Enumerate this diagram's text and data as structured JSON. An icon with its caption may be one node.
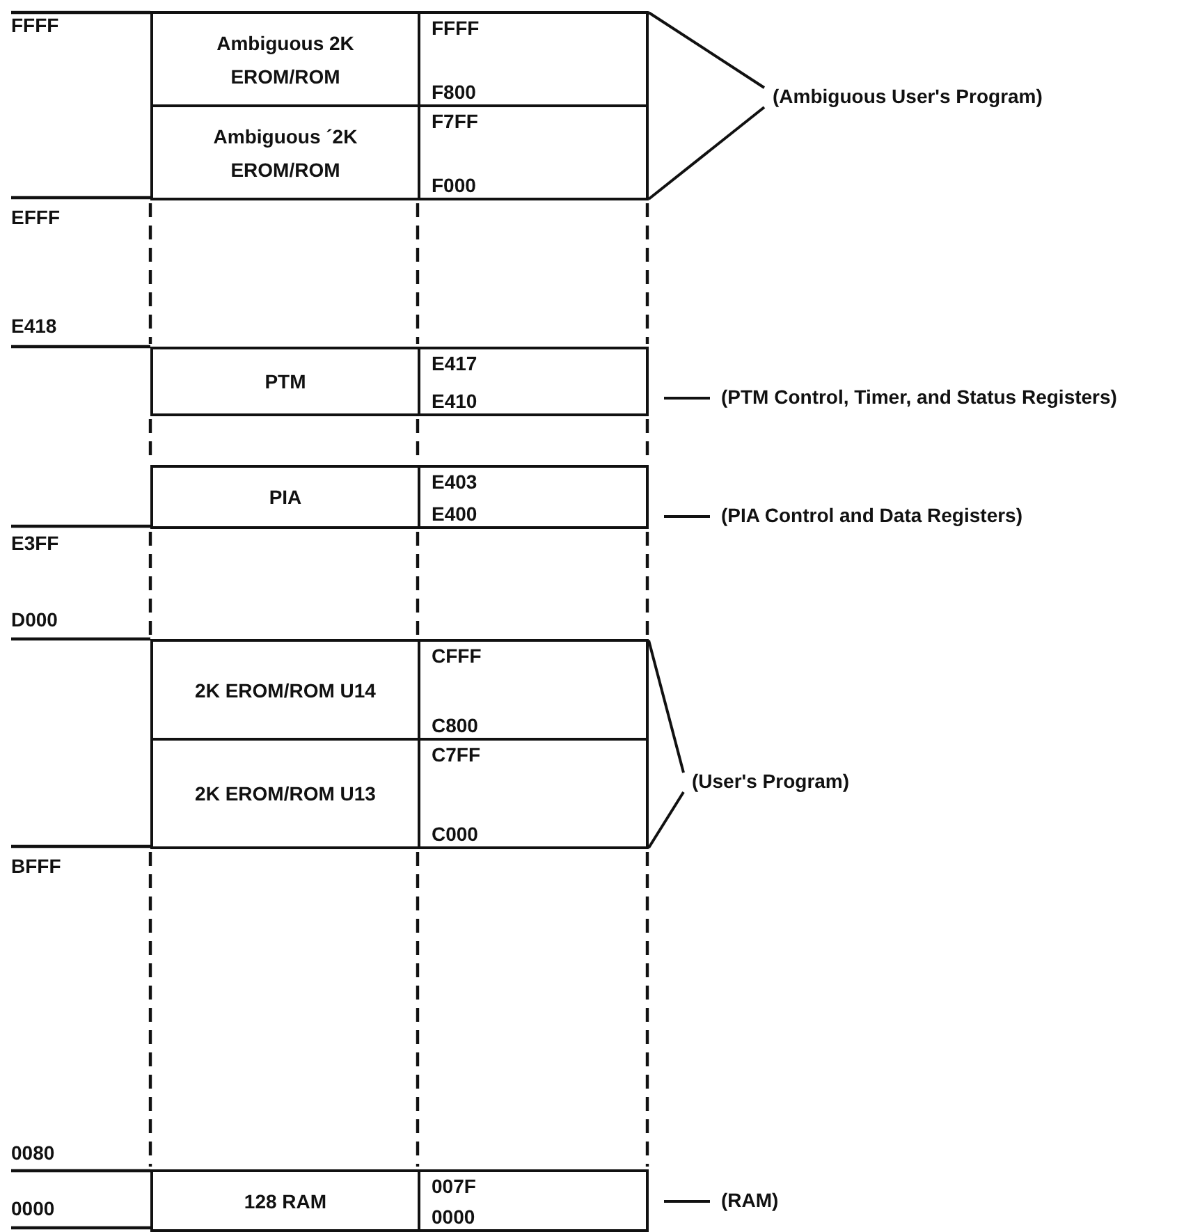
{
  "diagram": {
    "nodes": [
      {
        "text": [
          "Ambiguous 2K EROM/ROM",
          "FFFF",
          "F800"
        ]
      },
      {
        "text": [
          "Ambiguous ´2K EROM/ROM",
          "F7FF",
          "F000"
        ]
      },
      {
        "text": [
          "(Ambiguous User's Program)"
        ]
      },
      {
        "text": [
          "PTM",
          "E417",
          "E410"
        ]
      },
      {
        "text": [
          "(PTM Control, Timer, and Status Registers)"
        ]
      },
      {
        "text": [
          "PIA",
          "E403",
          "E400"
        ]
      },
      {
        "text": [
          "(PIA Control and Data Registers)"
        ]
      },
      {
        "text": [
          "2K EROM/ROM U14",
          "CFFF",
          "C800"
        ]
      },
      {
        "text": [
          "2K EROM/ROM U13",
          "C7FF",
          "C000"
        ]
      },
      {
        "text": [
          "(User's Program)"
        ]
      },
      {
        "text": [
          "128 RAM",
          "007F",
          "0000"
        ]
      },
      {
        "text": [
          "(RAM)"
        ]
      }
    ],
    "edges": [
      {
        "from": 2,
        "to": 0,
        "arrow": "none"
      },
      {
        "from": 2,
        "to": 1,
        "arrow": "none"
      },
      {
        "from": 4,
        "to": 3,
        "arrow": "none"
      },
      {
        "from": 6,
        "to": 5,
        "arrow": "none"
      },
      {
        "from": 9,
        "to": 7,
        "arrow": "none"
      },
      {
        "from": 9,
        "to": 8,
        "arrow": "none"
      },
      {
        "from": 11,
        "to": 10,
        "arrow": "none"
      }
    ],
    "labels": [
      "FFFF",
      "EFFF",
      "E418",
      "E3FF",
      "D000",
      "BFFF",
      "0080",
      "0000"
    ]
  }
}
